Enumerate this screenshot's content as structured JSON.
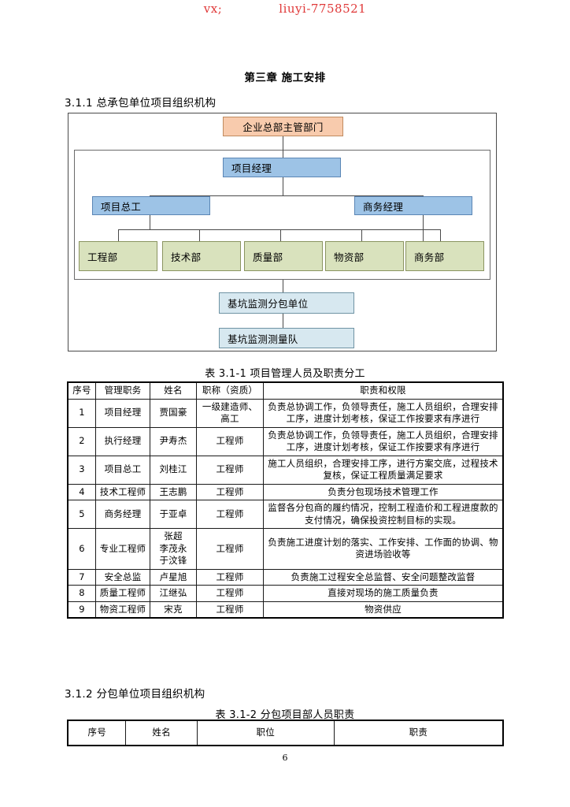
{
  "watermark": {
    "left": "vx;",
    "right": "liuyi-7758521",
    "color": "#e03a3a"
  },
  "chapter_title": "第三章 施工安排",
  "sections": {
    "s311": "3.1.1  总承包单位项目组织机构",
    "s312": "3.1.2  分包单位项目组织机构"
  },
  "org_chart": {
    "top": "企业总部主管部门",
    "manager": "项目经理",
    "chief_engineer": "项目总工",
    "business_manager": "商务经理",
    "departments": [
      "工程部",
      "技术部",
      "质量部",
      "物资部",
      "商务部"
    ],
    "sub_unit": "基坑监测分包单位",
    "survey_team": "基坑监测测量队",
    "colors": {
      "top": "#f8cbad",
      "manager": "#9dc3e6",
      "department": "#d9e2bd",
      "sub": "#d7e8f0",
      "line": "#4a4a4a"
    }
  },
  "table1": {
    "caption": "表 3.1-1 项目管理人员及职责分工",
    "headers": [
      "序号",
      "管理职务",
      "姓名",
      "职称（资质）",
      "职责和权限"
    ],
    "rows": [
      {
        "no": "1",
        "post": "项目经理",
        "name": "贾国豪",
        "title": "一级建造师、高工",
        "duty": "负责总协调工作，负领导责任，施工人员组织，合理安排工序，进度计划考核，保证工作按要求有序进行"
      },
      {
        "no": "2",
        "post": "执行经理",
        "name": "尹寿杰",
        "title": "工程师",
        "duty": "负责总协调工作，负领导责任，施工人员组织，合理安排工序，进度计划考核，保证工作按要求有序进行"
      },
      {
        "no": "3",
        "post": "项目总工",
        "name": "刘桂江",
        "title": "工程师",
        "duty": "施工人员组织，合理安排工序，进行方案交底，过程技术复核，保证工程质量满足要求"
      },
      {
        "no": "4",
        "post": "技术工程师",
        "name": "王志鹏",
        "title": "工程师",
        "duty": "负责分包现场技术管理工作"
      },
      {
        "no": "5",
        "post": "商务经理",
        "name": "于亚卓",
        "title": "工程师",
        "duty": "监督各分包商的履约情况，控制工程造价和工程进度款的支付情况，确保投资控制目标的实现。"
      },
      {
        "no": "6",
        "post": "专业工程师",
        "name": "张超\n李茂永\n于汶锋",
        "title": "工程师",
        "duty": "负责施工进度计划的落实、工作安排、工作面的协调、物资进场验收等"
      },
      {
        "no": "7",
        "post": "安全总监",
        "name": "卢星旭",
        "title": "工程师",
        "duty": "负责施工过程安全总监督、安全问题整改监督"
      },
      {
        "no": "8",
        "post": "质量工程师",
        "name": "江继弘",
        "title": "工程师",
        "duty": "直接对现场的施工质量负责"
      },
      {
        "no": "9",
        "post": "物资工程师",
        "name": "宋克",
        "title": "工程师",
        "duty": "物资供应"
      }
    ]
  },
  "table2": {
    "caption": "表 3.1-2  分包项目部人员职责",
    "headers": [
      "序号",
      "姓名",
      "职位",
      "职责"
    ],
    "rows": []
  },
  "page_number": "6"
}
